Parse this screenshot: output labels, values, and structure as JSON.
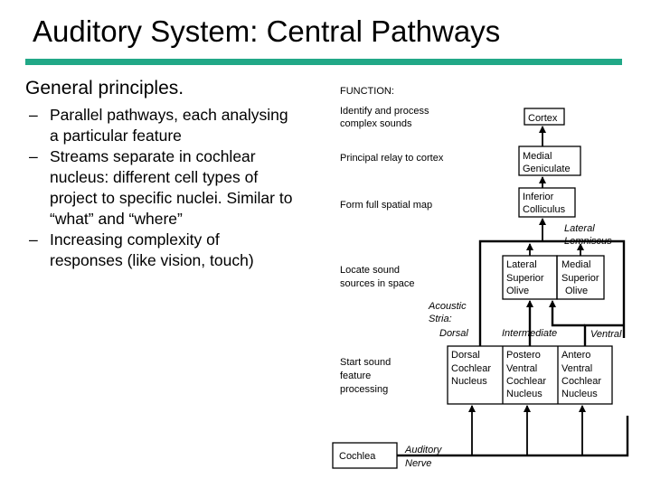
{
  "slide": {
    "title": "Auditory System: Central Pathways",
    "accent_color": "#21a887",
    "intro": "General principles.",
    "bullets": [
      "Parallel pathways, each analysing a particular feature",
      "Streams separate in cochlear nucleus: different cell types of project to specific nuclei. Similar to “what” and “where”",
      "Increasing complexity of responses (like vision, touch)"
    ],
    "bullet_glyph": "–"
  },
  "diagram": {
    "heading": "FUNCTION:",
    "functions": [
      [
        "Identify and process",
        "complex sounds"
      ],
      [
        "Principal relay to cortex"
      ],
      [
        "Form full spatial map"
      ],
      [
        "Locate sound",
        "sources in space"
      ],
      [
        "Start sound",
        "feature",
        "processing"
      ]
    ],
    "nodes": {
      "cortex": [
        "Cortex"
      ],
      "mgn": [
        "Medial",
        "Geniculate"
      ],
      "ic": [
        "Inferior",
        "Colliculus"
      ],
      "lso": [
        "Lateral",
        "Superior",
        "Olive"
      ],
      "mso": [
        "Medial",
        "Superior",
        "Olive"
      ],
      "dcn": [
        "Dorsal",
        "Cochlear",
        "Nucleus"
      ],
      "pvcn": [
        "Postero",
        "Ventral",
        "Cochlear",
        "Nucleus"
      ],
      "avcn": [
        "Antero",
        "Ventral",
        "Cochlear",
        "Nucleus"
      ],
      "cochlea": [
        "Cochlea"
      ]
    },
    "italic_labels": {
      "lateral_lemniscus": [
        "Lateral",
        "Lemniscus"
      ],
      "acoustic_stria": [
        "Acoustic",
        "Stria:"
      ],
      "dorsal": "Dorsal",
      "intermediate": "Intermediate",
      "ventral": "Ventral",
      "auditory_nerve": [
        "Auditory",
        "Nerve"
      ]
    }
  }
}
